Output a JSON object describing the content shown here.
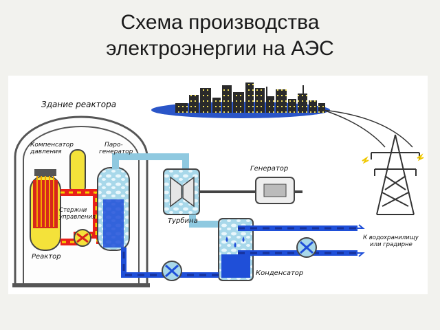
{
  "title": {
    "line1": "Схема производства",
    "line2": "электроэнергии на АЭС"
  },
  "labels": {
    "building": "Здание реактора",
    "compensator_1": "Компенсатор",
    "compensator_2": "давления",
    "steam_gen_1": "Паро-",
    "steam_gen_2": "генератор",
    "generator": "Генератор",
    "turbine": "Турбина",
    "rods_1": "Стержни",
    "rods_2": "управления",
    "reactor": "Реактор",
    "reservoir_1": "К водохранилищу",
    "reservoir_2": "или градирне",
    "condenser": "Конденсатор"
  },
  "colors": {
    "hot_loop": "#e8201a",
    "hot_stripe": "#f5d400",
    "cold_water": "#1f4fd8",
    "cold_stripe": "#16309a",
    "steam": "#a8d8ea",
    "building": "#555555"
  }
}
